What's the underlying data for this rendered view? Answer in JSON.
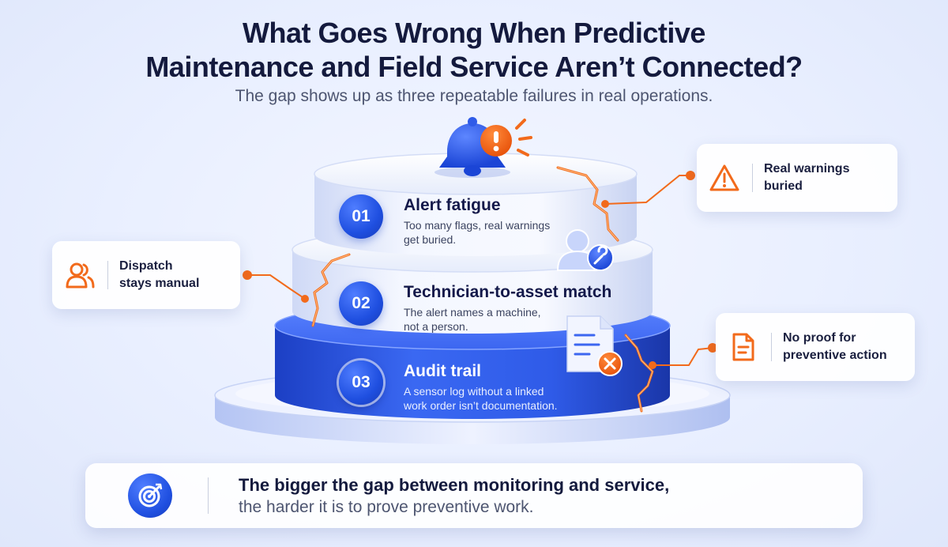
{
  "header": {
    "title_line1": "What Goes Wrong When Predictive",
    "title_line2": "Maintenance and Field Service Aren’t Connected?",
    "subtitle": "The gap shows up as three repeatable failures in real operations."
  },
  "tiers": [
    {
      "number": "01",
      "title": "Alert fatigue",
      "desc_line1": "Too many flags, real warnings",
      "desc_line2": "get buried.",
      "icon": "bell-alert-icon"
    },
    {
      "number": "02",
      "title": "Technician-to-asset match",
      "desc_line1": "The alert names a machine,",
      "desc_line2": "not a person.",
      "icon": "technician-wrench-icon"
    },
    {
      "number": "03",
      "title": "Audit trail",
      "desc_line1": "A sensor log without a linked",
      "desc_line2": "work order isn’t documentation.",
      "icon": "document-error-icon"
    }
  ],
  "callouts": {
    "left": {
      "line1": "Dispatch",
      "line2": "stays manual",
      "icon": "people-icon"
    },
    "top_right": {
      "line1": "Real warnings",
      "line2": "buried",
      "icon": "warning-triangle-icon"
    },
    "bottom_right": {
      "line1": "No proof for",
      "line2": "preventive action",
      "icon": "document-icon"
    }
  },
  "footer": {
    "line1": "The bigger the gap between monitoring and service,",
    "line2": "the harder it is to prove preventive work.",
    "icon": "target-icon"
  },
  "colors": {
    "brand_blue": "#1f4fe0",
    "accent_orange": "#f26a1b",
    "title_navy": "#141a3d"
  }
}
